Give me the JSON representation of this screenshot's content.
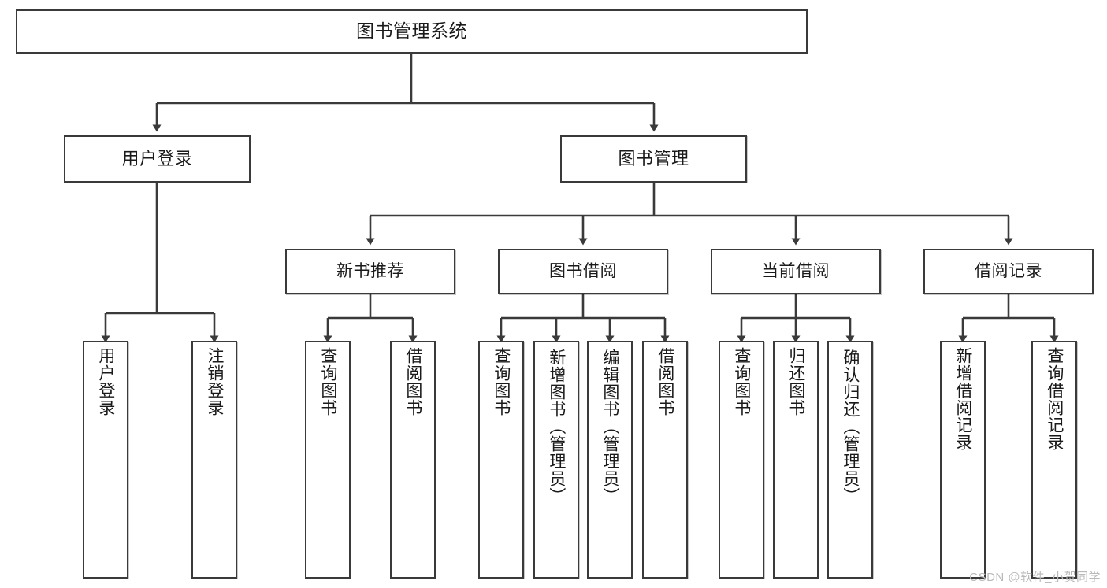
{
  "diagram": {
    "title": "图书管理系统",
    "type": "hierarchy-tree",
    "watermark": "CSDN @软件_小贺同学",
    "colors": {
      "box_border": "#3a3a3a",
      "box_fill": "#ffffff",
      "edge": "#3a3a3a",
      "text": "#1a1a1a",
      "watermark": "#b9b9b9"
    },
    "nodes": {
      "root": {
        "label": "图书管理系统"
      },
      "level2": [
        {
          "label": "用户登录"
        },
        {
          "label": "图书管理"
        }
      ],
      "level3": [
        {
          "label": "新书推荐"
        },
        {
          "label": "图书借阅"
        },
        {
          "label": "当前借阅"
        },
        {
          "label": "借阅记录"
        }
      ],
      "leaves": {
        "user_login": [
          {
            "label": "用户登录"
          },
          {
            "label": "注销登录"
          }
        ],
        "new_book_recommend": [
          {
            "label": "查询图书"
          },
          {
            "label": "借阅图书"
          }
        ],
        "book_borrow": [
          {
            "label": "查询图书"
          },
          {
            "label": "新增图书（管理员）"
          },
          {
            "label": "编辑图书（管理员）"
          },
          {
            "label": "借阅图书"
          }
        ],
        "current_borrow": [
          {
            "label": "查询图书"
          },
          {
            "label": "归还图书"
          },
          {
            "label": "确认归还（管理员）"
          }
        ],
        "borrow_record": [
          {
            "label": "新增借阅记录"
          },
          {
            "label": "查询借阅记录"
          }
        ]
      }
    }
  }
}
